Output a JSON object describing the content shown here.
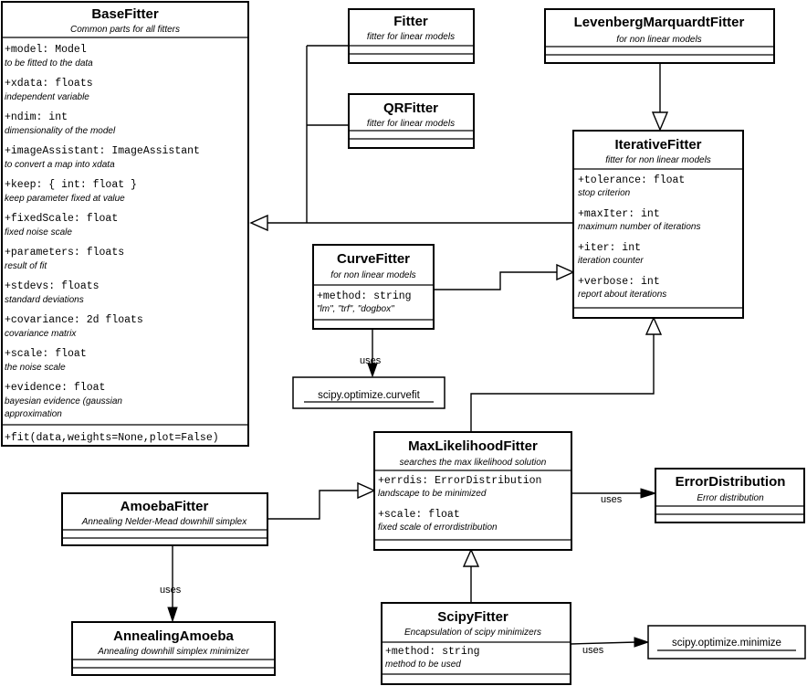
{
  "classes": {
    "base_fitter": {
      "name": "BaseFitter",
      "note": "Common parts for all fitters",
      "attributes": [
        {
          "sig": "+model: Model",
          "desc": "to be fitted to the data"
        },
        {
          "sig": "+xdata: floats",
          "desc": "independent variable"
        },
        {
          "sig": "+ndim: int",
          "desc": "dimensionality of the model"
        },
        {
          "sig": "+imageAssistant: ImageAssistant",
          "desc": "to convert a map into xdata"
        },
        {
          "sig": "+keep: { int: float }",
          "desc": "keep parameter fixed at value"
        },
        {
          "sig": "+fixedScale: float",
          "desc": "fixed noise scale"
        },
        {
          "sig": "+parameters: floats",
          "desc": "result of fit"
        },
        {
          "sig": "+stdevs: floats",
          "desc": "standard deviations"
        },
        {
          "sig": "+covariance: 2d floats",
          "desc": "covariance matrix"
        },
        {
          "sig": "+scale: float",
          "desc": "the noise scale"
        },
        {
          "sig": "+evidence: float",
          "desc": "bayesian evidence (gaussian",
          "desc2": "approximation"
        }
      ],
      "methods": [
        "+fit(data,weights=None,plot=False)"
      ]
    },
    "fitter": {
      "name": "Fitter",
      "note": "fitter for linear models"
    },
    "qr_fitter": {
      "name": "QRFitter",
      "note": "fitter for linear models"
    },
    "lm_fitter": {
      "name": "LevenbergMarquardtFitter",
      "note": "for non linear models"
    },
    "iterative_fitter": {
      "name": "IterativeFitter",
      "note": "fitter for non linear models",
      "attributes": [
        {
          "sig": "+tolerance: float",
          "desc": "stop criterion"
        },
        {
          "sig": "+maxIter: int",
          "desc": "maximum number of iterations"
        },
        {
          "sig": "+iter: int",
          "desc": "iteration counter"
        },
        {
          "sig": "+verbose: int",
          "desc": "report about iterations"
        }
      ]
    },
    "curve_fitter": {
      "name": "CurveFitter",
      "note": "for non linear models",
      "attributes": [
        {
          "sig": "+method: string",
          "desc": "\"lm\", \"trf\", \"dogbox\""
        }
      ]
    },
    "max_likelihood_fitter": {
      "name": "MaxLikelihoodFitter",
      "note": "searches the max likelihood solution",
      "attributes": [
        {
          "sig": "+errdis: ErrorDistribution",
          "desc": "landscape to be minimized"
        },
        {
          "sig": "+scale: float",
          "desc": "fixed scale of errordistribution"
        }
      ]
    },
    "error_distribution": {
      "name": "ErrorDistribution",
      "note": "Error distribution"
    },
    "amoeba_fitter": {
      "name": "AmoebaFitter",
      "note": "Annealing Nelder-Mead downhill simplex"
    },
    "annealing_amoeba": {
      "name": "AnnealingAmoeba",
      "note": "Annealing downhill simplex minimizer"
    },
    "scipy_fitter": {
      "name": "ScipyFitter",
      "note": "Encapsulation of scipy minimizers",
      "attributes": [
        {
          "sig": "+method: string",
          "desc": "method to be used"
        }
      ]
    }
  },
  "packages": {
    "curvefit": "scipy.optimize.curvefit",
    "minimize": "scipy.optimize.minimize"
  },
  "edge_labels": {
    "curve_uses": "uses",
    "mlf_uses": "uses",
    "amoeba_uses": "uses",
    "scipy_uses": "uses"
  }
}
